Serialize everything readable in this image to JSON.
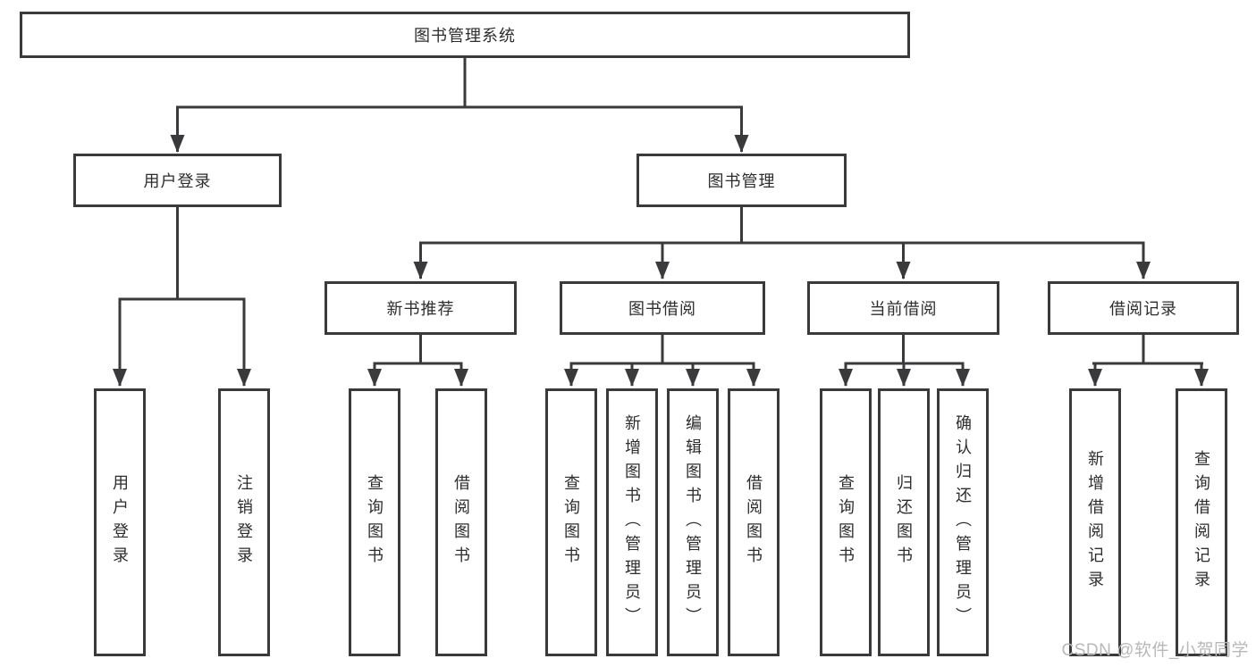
{
  "diagram": {
    "tree": {
      "label": "图书管理系统",
      "children": [
        {
          "label": "用户登录",
          "children": [
            {
              "label": "用户登录"
            },
            {
              "label": "注销登录"
            }
          ]
        },
        {
          "label": "图书管理",
          "children": [
            {
              "label": "新书推荐",
              "children": [
                {
                  "label": "查询图书"
                },
                {
                  "label": "借阅图书"
                }
              ]
            },
            {
              "label": "图书借阅",
              "children": [
                {
                  "label": "查询图书"
                },
                {
                  "label": "新增图书（管理员）"
                },
                {
                  "label": "编辑图书（管理员）"
                },
                {
                  "label": "借阅图书"
                }
              ]
            },
            {
              "label": "当前借阅",
              "children": [
                {
                  "label": "查询图书"
                },
                {
                  "label": "归还图书"
                },
                {
                  "label": "确认归还（管理员）"
                }
              ]
            },
            {
              "label": "借阅记录",
              "children": [
                {
                  "label": "新增借阅记录"
                },
                {
                  "label": "查询借阅记录"
                }
              ]
            }
          ]
        }
      ]
    },
    "colors": {
      "line": "#3a3a3c",
      "box_border": "#3a3a3c",
      "box_fill": "#ffffff",
      "text": "#2d2d2d",
      "background": "#ffffff",
      "watermark": "#b8b8b8"
    }
  },
  "watermark": "CSDN @软件_小贺同学"
}
